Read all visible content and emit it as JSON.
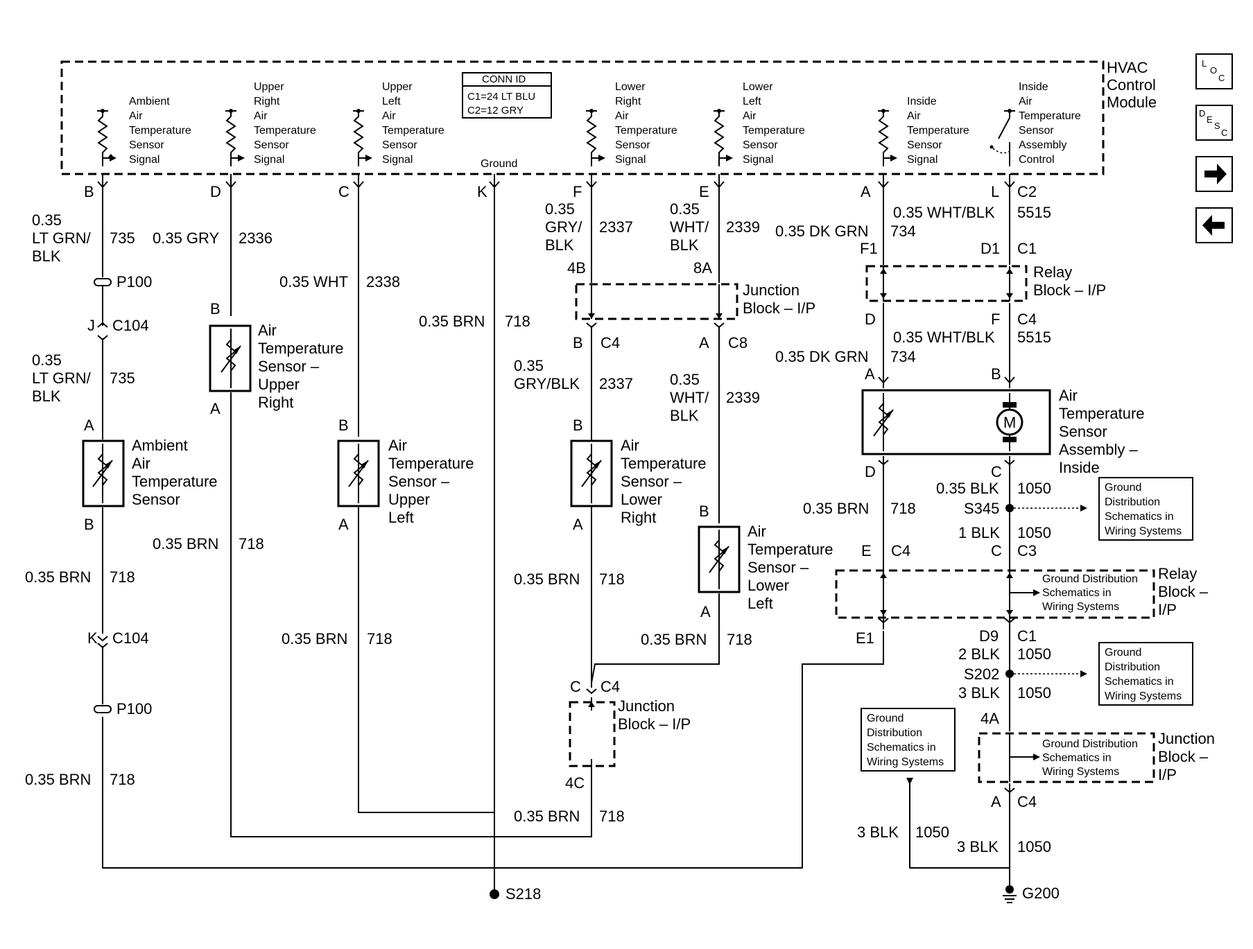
{
  "module": {
    "name_lines": [
      "HVAC",
      "Control",
      "Module"
    ]
  },
  "conn_id": {
    "title": "CONN ID",
    "c1": "C1=24 LT BLU",
    "c2": "C2=12 GRY"
  },
  "nav_icons": [
    {
      "name": "loc-icon",
      "text": "LOC"
    },
    {
      "name": "desc-icon",
      "text": "DESC"
    },
    {
      "name": "arrow-right-icon",
      "text": "→"
    },
    {
      "name": "arrow-left-icon",
      "text": "←"
    }
  ],
  "module_labels": {
    "ambient": [
      "Ambient",
      "Air",
      "Temperature",
      "Sensor",
      "Signal"
    ],
    "upper_right": [
      "Upper",
      "Right",
      "Air",
      "Temperature",
      "Sensor",
      "Signal"
    ],
    "upper_left": [
      "Upper",
      "Left",
      "Air",
      "Temperature",
      "Sensor",
      "Signal"
    ],
    "ground": "Ground",
    "lower_right": [
      "Lower",
      "Right",
      "Air",
      "Temperature",
      "Sensor",
      "Signal"
    ],
    "lower_left": [
      "Lower",
      "Left",
      "Air",
      "Temperature",
      "Sensor",
      "Signal"
    ],
    "inside": [
      "Inside",
      "Air",
      "Temperature",
      "Sensor",
      "Signal"
    ],
    "inside_control": [
      "Inside",
      "Air",
      "Temperature",
      "Sensor",
      "Assembly",
      "Control"
    ]
  },
  "pins": {
    "B": "B",
    "D": "D",
    "C": "C",
    "K": "K",
    "F": "F",
    "E": "E",
    "A": "A",
    "L": "L",
    "C2": "C2",
    "C1": "C1",
    "C4": "C4",
    "C3": "C3",
    "C8": "C8",
    "C104": "C104",
    "J": "J",
    "F1": "F1",
    "D1": "D1",
    "D9": "D9",
    "E1": "E1",
    "4B": "4B",
    "8A": "8A",
    "4C": "4C",
    "4A": "4A"
  },
  "wires": {
    "ambient_top": {
      "gauge": "0.35",
      "color": "LT GRN/",
      "color2": "BLK",
      "circuit": "735"
    },
    "gry_2336": {
      "label": "0.35 GRY",
      "circuit": "2336"
    },
    "wht_2338": {
      "label": "0.35 WHT",
      "circuit": "2338"
    },
    "brn": "0.35 BRN",
    "circuit_718": "718",
    "gry_blk_top": {
      "gauge": "0.35",
      "color": "GRY/",
      "color2": "BLK",
      "circuit": "2337"
    },
    "wht_blk_top": {
      "gauge": "0.35",
      "color": "WHT/",
      "color2": "BLK",
      "circuit": "2339"
    },
    "dk_grn": {
      "label": "0.35 DK GRN",
      "circuit": "734"
    },
    "wht_blk_5515": {
      "label": "0.35 WHT/BLK",
      "circuit": "5515"
    },
    "gry_blk_mid": {
      "gauge": "0.35",
      "color": "GRY/BLK",
      "circuit": "2337"
    },
    "blk_035": {
      "label": "0.35 BLK",
      "circuit": "1050"
    },
    "blk_1": "1 BLK",
    "blk_2": "2 BLK",
    "blk_3": "3 BLK",
    "circuit_1050": "1050"
  },
  "splices": {
    "p100": "P100",
    "s345": "S345",
    "s202": "S202",
    "s218": "S218",
    "g200": "G200"
  },
  "components": {
    "ambient": [
      "Ambient",
      "Air",
      "Temperature",
      "Sensor"
    ],
    "upper_right": [
      "Air",
      "Temperature",
      "Sensor –",
      "Upper",
      "Right"
    ],
    "upper_left": [
      "Air",
      "Temperature",
      "Sensor –",
      "Upper",
      "Left"
    ],
    "lower_right": [
      "Air",
      "Temperature",
      "Sensor –",
      "Lower",
      "Right"
    ],
    "lower_left": [
      "Air",
      "Temperature",
      "Sensor –",
      "Lower",
      "Left"
    ],
    "inside": [
      "Air",
      "Temperature",
      "Sensor",
      "Assembly –",
      "Inside"
    ],
    "motor": "M"
  },
  "blocks": {
    "junction_ip": [
      "Junction",
      "Block – I/P"
    ],
    "relay_ip_top": [
      "Relay",
      "Block – I/P"
    ],
    "relay_ip_bottom": [
      "Relay",
      "Block –",
      "I/P"
    ],
    "junction_ip_right": [
      "Junction",
      "Block –",
      "I/P"
    ]
  },
  "ground_ref": [
    "Ground",
    "Distribution",
    "Schematics in",
    "Wiring Systems"
  ],
  "ground_ref_inline": [
    "Ground Distribution",
    "Schematics in",
    "Wiring Systems"
  ]
}
